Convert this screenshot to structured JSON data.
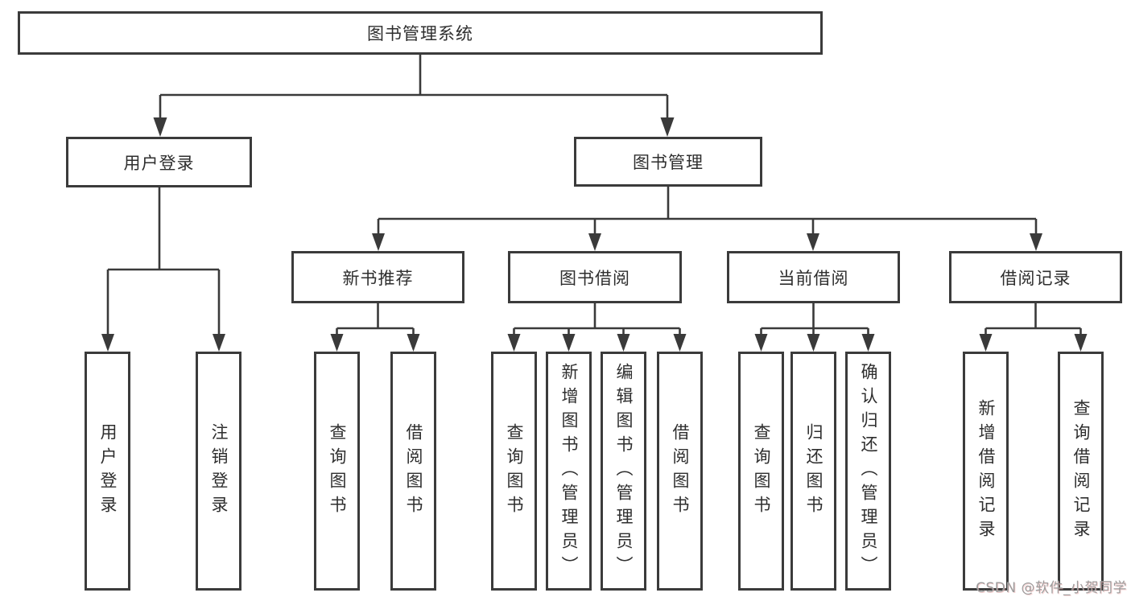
{
  "diagram": {
    "root": {
      "label": "图书管理系统"
    },
    "branches": [
      {
        "label": "用户登录",
        "children": [
          {
            "label": "用户登录"
          },
          {
            "label": "注销登录"
          }
        ]
      },
      {
        "label": "图书管理",
        "children": [
          {
            "label": "新书推荐",
            "children": [
              {
                "label": "查询图书"
              },
              {
                "label": "借阅图书"
              }
            ]
          },
          {
            "label": "图书借阅",
            "children": [
              {
                "label": "查询图书"
              },
              {
                "label": "新增图书（管理员）"
              },
              {
                "label": "编辑图书（管理员）"
              },
              {
                "label": "借阅图书"
              }
            ]
          },
          {
            "label": "当前借阅",
            "children": [
              {
                "label": "查询图书"
              },
              {
                "label": "归还图书"
              },
              {
                "label": "确认归还（管理员）"
              }
            ]
          },
          {
            "label": "借阅记录",
            "children": [
              {
                "label": "新增借阅记录"
              },
              {
                "label": "查询借阅记录"
              }
            ]
          }
        ]
      }
    ]
  },
  "watermark": {
    "text": "CSDN @软件_小贺同学"
  },
  "colors": {
    "line": "#3a3a3a",
    "border": "#3b3b3b",
    "text": "#2e2e2e",
    "watermark": "#9c9c9c",
    "background": "#ffffff"
  }
}
